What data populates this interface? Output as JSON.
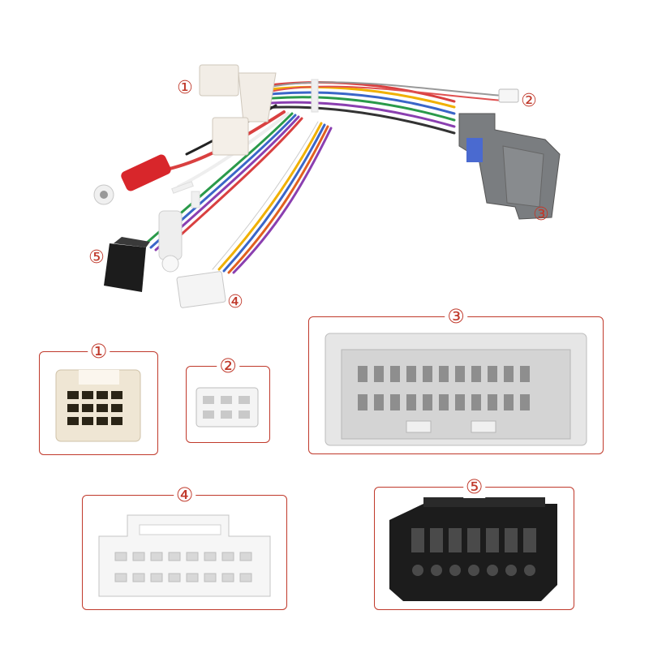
{
  "harness": {
    "labels": [
      "①",
      "②",
      "③",
      "④",
      "⑤"
    ]
  },
  "panels": [
    {
      "label": "①",
      "name": "white-square-connector"
    },
    {
      "label": "②",
      "name": "small-white-connector"
    },
    {
      "label": "③",
      "name": "large-gray-connector"
    },
    {
      "label": "④",
      "name": "white-multi-pin-connector"
    },
    {
      "label": "⑤",
      "name": "black-connector"
    }
  ],
  "colors": {
    "label_red": "#c0392b",
    "rca_red": "#d8262b",
    "rca_white": "#eeeeee",
    "gray_connector": "#7a7d80",
    "black_connector": "#1c1c1c"
  }
}
